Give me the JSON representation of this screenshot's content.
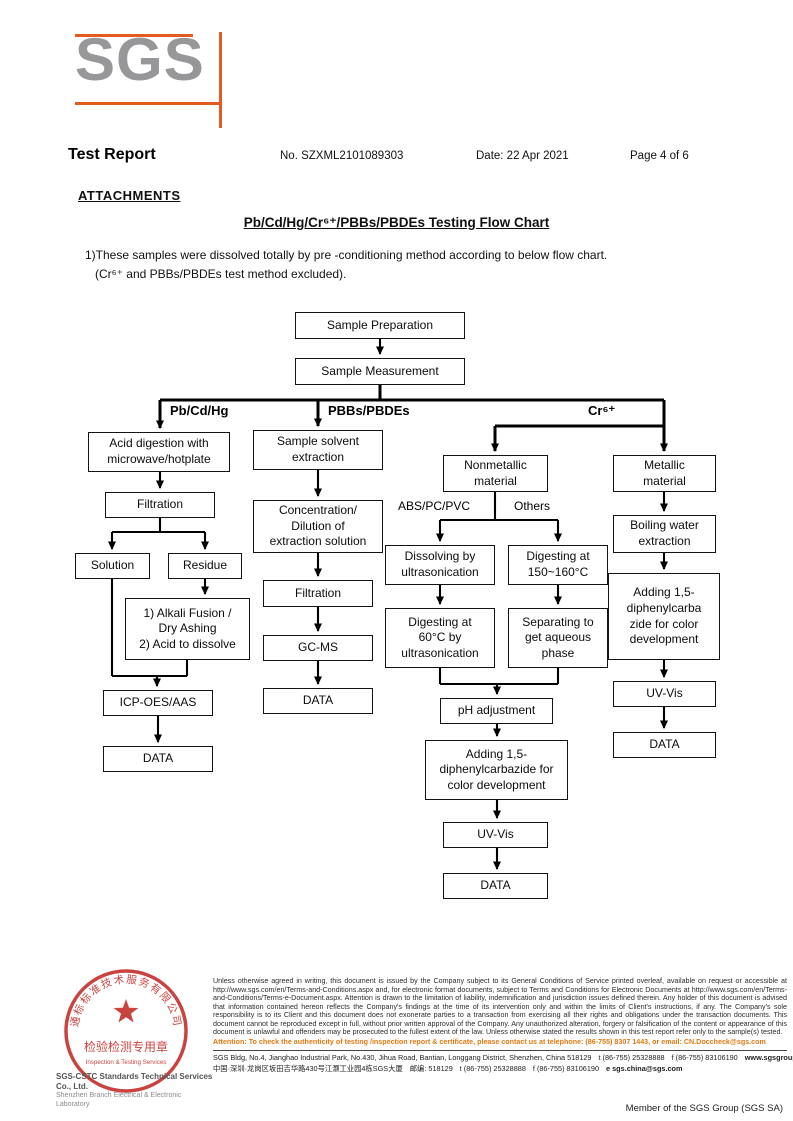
{
  "colors": {
    "accent_orange": "#e55a1f",
    "stamp_red": "#c53531",
    "attention_orange": "#e07a15",
    "logo_gray": "#979799"
  },
  "logo": {
    "text": "SGS"
  },
  "header": {
    "title": "Test Report",
    "report_no": "No. SZXML2101089303",
    "date": "Date: 22 Apr 2021",
    "page": "Page 4 of 6"
  },
  "attachments": {
    "heading": "ATTACHMENTS",
    "chart_title": "Pb/Cd/Hg/Cr⁶⁺/PBBs/PBDEs Testing Flow Chart",
    "note_line1": "1)These samples were dissolved totally by pre -conditioning method according to below flow chart.",
    "note_line2": "(Cr⁶⁺ and PBBs/PBDEs test method excluded)."
  },
  "flowchart": {
    "branches": {
      "left": "Pb/Cd/Hg",
      "middle": "PBBs/PBDEs",
      "right": "Cr⁶⁺"
    },
    "sublabels": {
      "abs": "ABS/PC/PVC",
      "others": "Others"
    },
    "nodes": {
      "sample_preparation": "Sample Preparation",
      "sample_measurement": "Sample Measurement",
      "acid_digestion": "Acid digestion with\nmicrowave/hotplate",
      "filtration_left": "Filtration",
      "solution": "Solution",
      "residue": "Residue",
      "alkali": "1) Alkali Fusion /\nDry Ashing\n2) Acid to dissolve",
      "icp": "ICP-OES/AAS",
      "data_left": "DATA",
      "solvent_extraction": "Sample solvent\nextraction",
      "concentration": "Concentration/\nDilution of\nextraction solution",
      "filtration_mid": "Filtration",
      "gcms": "GC-MS",
      "data_mid": "DATA",
      "nonmetallic": "Nonmetallic\nmaterial",
      "metallic": "Metallic\nmaterial",
      "dissolving": "Dissolving by\nultrasonication",
      "digesting150": "Digesting at\n150~160°C",
      "digesting60": "Digesting at\n60°C by\nultrasonication",
      "separating": "Separating to\nget aqueous\nphase",
      "ph": "pH adjustment",
      "adding_mid": "Adding 1,5-\ndiphenylcarbazide for\ncolor development",
      "uvvis_mid": "UV-Vis",
      "data_cr_mid": "DATA",
      "boiling": "Boiling water\nextraction",
      "adding_right": "Adding 1,5-\ndiphenylcarba\nzide for color\ndevelopment",
      "uvvis_right": "UV-Vis",
      "data_right": "DATA"
    }
  },
  "footer": {
    "stamp": {
      "arc_text": "通标标准技术服务有限公司",
      "line1": "检验检测专用章",
      "line2": "Inspection & Testing Services"
    },
    "company": "SGS-CSTC Standards Technical Services Co., Ltd.",
    "branch": "Shenzhen Branch Electrical & Electronic Laboratory",
    "legal": "Unless otherwise agreed in writing, this document is issued by the Company subject to its General Conditions of Service printed overleaf, available on request or accessible at http://www.sgs.com/en/Terms-and-Conditions.aspx and, for electronic format documents, subject to Terms and Conditions for Electronic Documents at http://www.sgs.com/en/Terms-and-Conditions/Terms-e-Document.aspx. Attention is drawn to the limitation of liability, indemnification and jurisdiction issues defined therein. Any holder of this document is advised that information contained hereon reflects the Company's findings at the time of its intervention only and within the limits of Client's instructions, if any. The Company's sole responsibility is to its Client and this document does not exonerate parties to a transaction from exercising all their rights and obligations under the transaction documents. This document cannot be reproduced except in full, without prior written approval of the Company. Any unauthorized alteration, forgery or falsification of the content or appearance of this document is unlawful and offenders may be prosecuted to the fullest extent of the law. Unless otherwise stated the results shown in this test report refer only to the sample(s) tested.",
    "attention": "Attention: To check the authenticity of testing /inspection report & certificate, please contact us at telephone: (86-755) 8307 1443, or email: CN.Doccheck@sgs.com",
    "address_en": "SGS Bldg, No.4, Jianghao Industrial Park, No.430, Jihua Road, Bantian, Longgang District, Shenzhen, China 518129",
    "tel1": "t (86-755) 25328888",
    "fax1": "f (86-755) 83106190",
    "web1": "www.sgsgroup.com.cn",
    "address_cn": "中国·深圳·龙岗区坂田吉华路430号江灏工业园4栋SGS大厦",
    "post_cn": "邮编: 518129",
    "tel2": "t (86-755) 25328888",
    "fax2": "f (86-755) 83106190",
    "web2": "e sgs.china@sgs.com",
    "member": "Member of the SGS Group (SGS SA)"
  }
}
